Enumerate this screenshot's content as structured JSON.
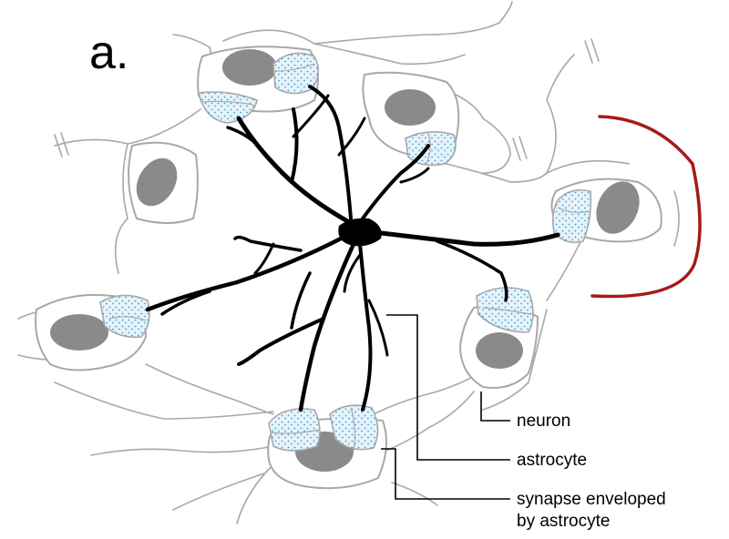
{
  "figure": {
    "panel_label": "a.",
    "labels": {
      "neuron": "neuron",
      "astrocyte": "astrocyte",
      "synapse_line1": "synapse enveloped",
      "synapse_line2": "by astrocyte"
    }
  },
  "colors": {
    "outline": "#a8a8a8",
    "nucleus": "#8a8a8a",
    "synapse_fill": "#e6f3fa",
    "synapse_dots": "#3f9fcf",
    "astrocyte": "#000000",
    "bracket": "#a51a1a"
  }
}
